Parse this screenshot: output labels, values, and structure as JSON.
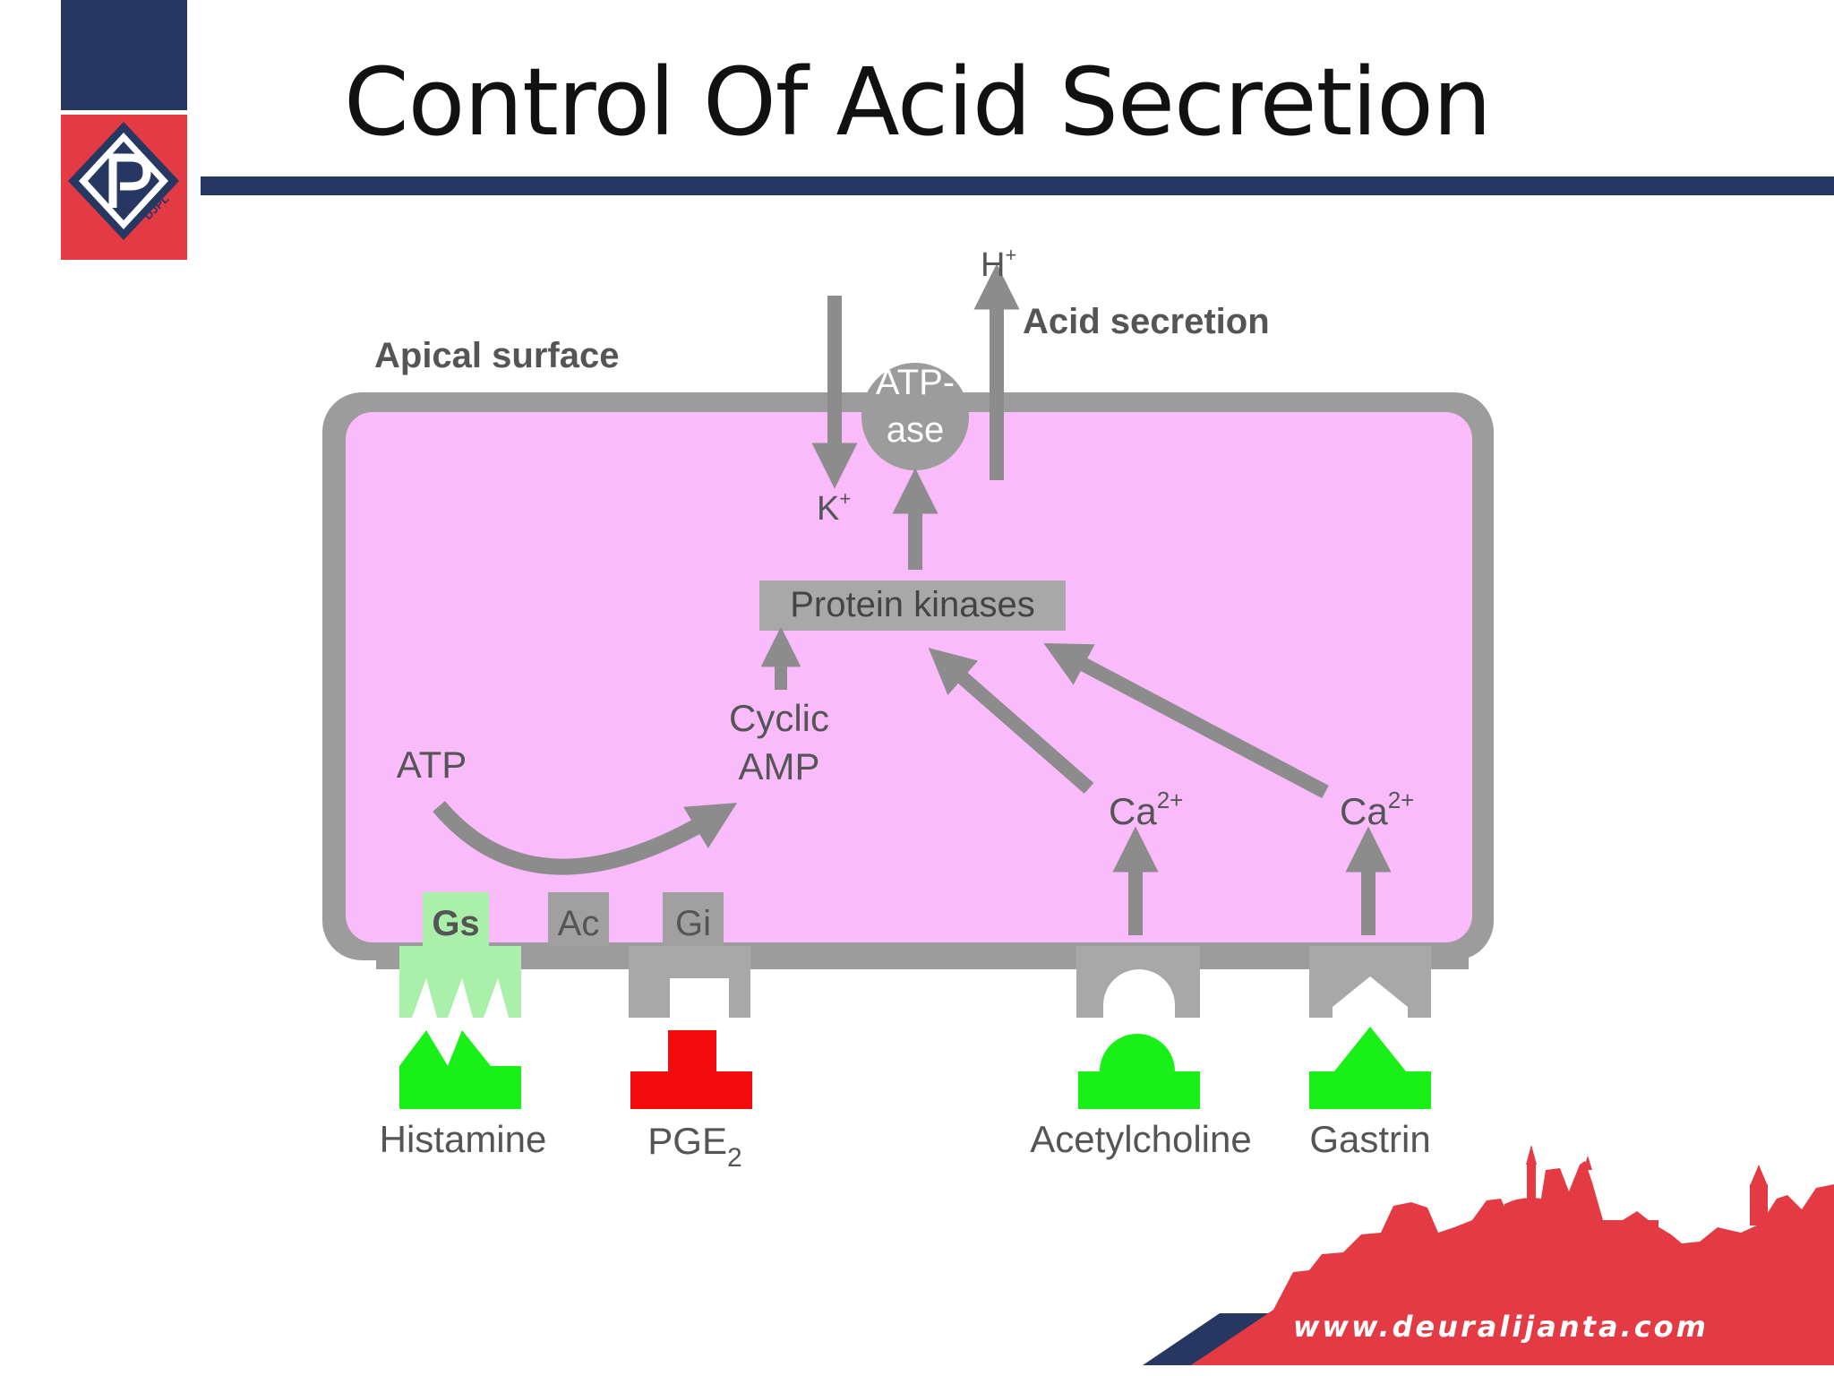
{
  "slide": {
    "title": "Control Of Acid Secretion",
    "website": "www.deuralijanta.com",
    "logo_text": "DJPL"
  },
  "diagram": {
    "apical_label": "Apical surface",
    "acid_label": "Acid secretion",
    "h_ion": "H",
    "k_ion": "K",
    "ion_charge": "+",
    "atpase_line1": "ATP-",
    "atpase_line2": "ase",
    "protein_kinases": "Protein kinases",
    "cyclic_line1": "Cyclic",
    "cyclic_line2": "AMP",
    "atp": "ATP",
    "ca": "Ca",
    "ca_charge": "2+",
    "gs": "Gs",
    "ac": "Ac",
    "gi": "Gi",
    "histamine": "Histamine",
    "pge": "PGE",
    "pge_sub": "2",
    "acetylcholine": "Acetylcholine",
    "gastrin": "Gastrin"
  },
  "colors": {
    "navy": "#263761",
    "red": "#e33a43",
    "cell_fill": "#f9bbf9",
    "membrane": "#9c9c9c",
    "stimulant_green": "#18f018",
    "inhibitor_red": "#f20c0c",
    "gs_green": "#aaf0aa"
  }
}
